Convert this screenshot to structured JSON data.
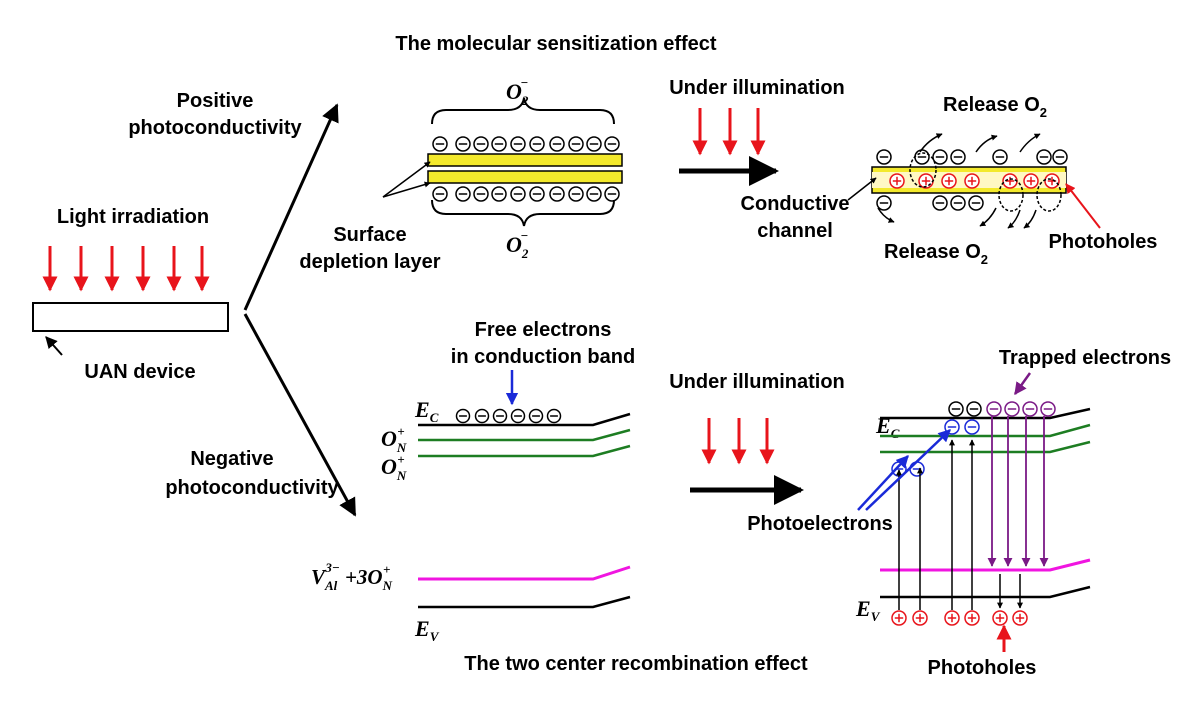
{
  "titles": {
    "top": "The molecular sensitization effect",
    "bottom": "The two center recombination effect"
  },
  "left": {
    "light": "Light irradiation",
    "device": "UAN device",
    "positive_1": "Positive",
    "positive_2": "photoconductivity",
    "negative_1": "Negative",
    "negative_2": "photoconductivity"
  },
  "top_panel": {
    "o2_minus_base": "O",
    "o2_minus_sub": "2",
    "o2_minus_sup": "−",
    "surface_1": "Surface",
    "surface_2": "depletion layer",
    "under_illumination": "Under illumination",
    "release_base": "Release O",
    "release_sub": "2",
    "conductive_1": "Conductive",
    "conductive_2": "channel",
    "photoholes": "Photoholes"
  },
  "bottom_panel": {
    "free_1": "Free electrons",
    "free_2": "in conduction band",
    "ec_base": "E",
    "ec_sub": "C",
    "on_base": "O",
    "on_sub": "N",
    "on_sup": "+",
    "val_base": "V",
    "val_sub": "Al",
    "val_sup": "3−",
    "val_tail": " +3O",
    "ev_base": "E",
    "ev_sub": "V",
    "under_illumination": "Under illumination",
    "trapped": "Trapped electrons",
    "photoelectrons": "Photoelectrons",
    "photoholes": "Photoholes"
  },
  "colors": {
    "red": "#e8141b",
    "blue": "#1a2ad8",
    "green": "#1d7d22",
    "magenta": "#f015e0",
    "purple": "#7a1a86",
    "yellow": "#f3e92c"
  }
}
